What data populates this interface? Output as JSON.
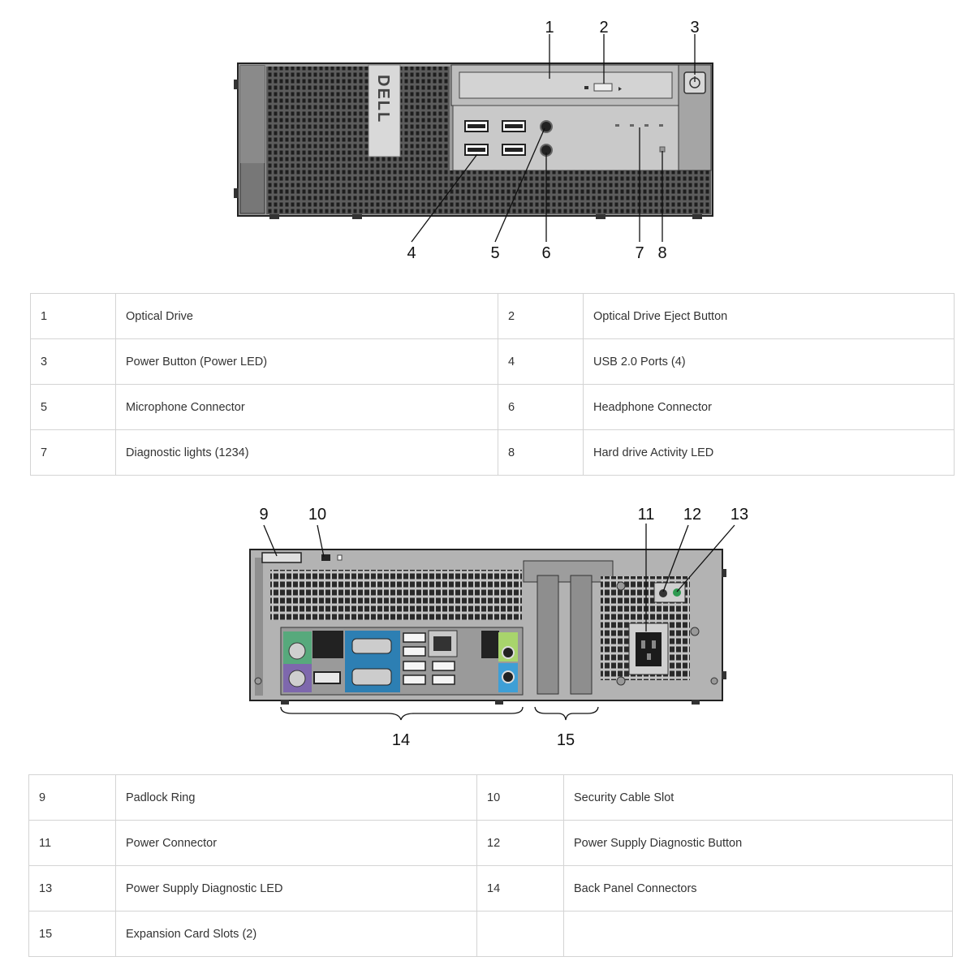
{
  "front": {
    "brand": "DELL",
    "callouts": [
      "1",
      "2",
      "3",
      "4",
      "5",
      "6",
      "7",
      "8"
    ],
    "rows": [
      [
        {
          "n": "1",
          "label": "Optical Drive"
        },
        {
          "n": "2",
          "label": "Optical Drive Eject Button"
        }
      ],
      [
        {
          "n": "3",
          "label": "Power Button (Power LED)"
        },
        {
          "n": "4",
          "label": "USB 2.0 Ports (4)"
        }
      ],
      [
        {
          "n": "5",
          "label": "Microphone Connector"
        },
        {
          "n": "6",
          "label": "Headphone Connector"
        }
      ],
      [
        {
          "n": "7",
          "label": "Diagnostic lights (1234)"
        },
        {
          "n": "8",
          "label": "Hard drive Activity LED"
        }
      ]
    ]
  },
  "rear": {
    "callouts": [
      "9",
      "10",
      "11",
      "12",
      "13",
      "14",
      "15"
    ],
    "rows": [
      [
        {
          "n": "9",
          "label": "Padlock Ring"
        },
        {
          "n": "10",
          "label": "Security Cable Slot"
        }
      ],
      [
        {
          "n": "11",
          "label": "Power Connector"
        },
        {
          "n": "12",
          "label": "Power Supply Diagnostic Button"
        }
      ],
      [
        {
          "n": "13",
          "label": "Power Supply Diagnostic LED"
        },
        {
          "n": "14",
          "label": "Back Panel Connectors"
        }
      ],
      [
        {
          "n": "15",
          "label": "Expansion Card Slots (2)"
        },
        {
          "n": "",
          "label": ""
        }
      ]
    ]
  },
  "colors": {
    "chassis": "#a9a9a9",
    "chassis_dark": "#5a5a5a",
    "ps2_keyboard": "#7e68ad",
    "ps2_mouse": "#57a97c",
    "serial_vga": "#2d7fb3",
    "audio_line_in": "#3e9fd6",
    "audio_line_out": "#a8d46c",
    "psu_led": "#2e9a50"
  }
}
